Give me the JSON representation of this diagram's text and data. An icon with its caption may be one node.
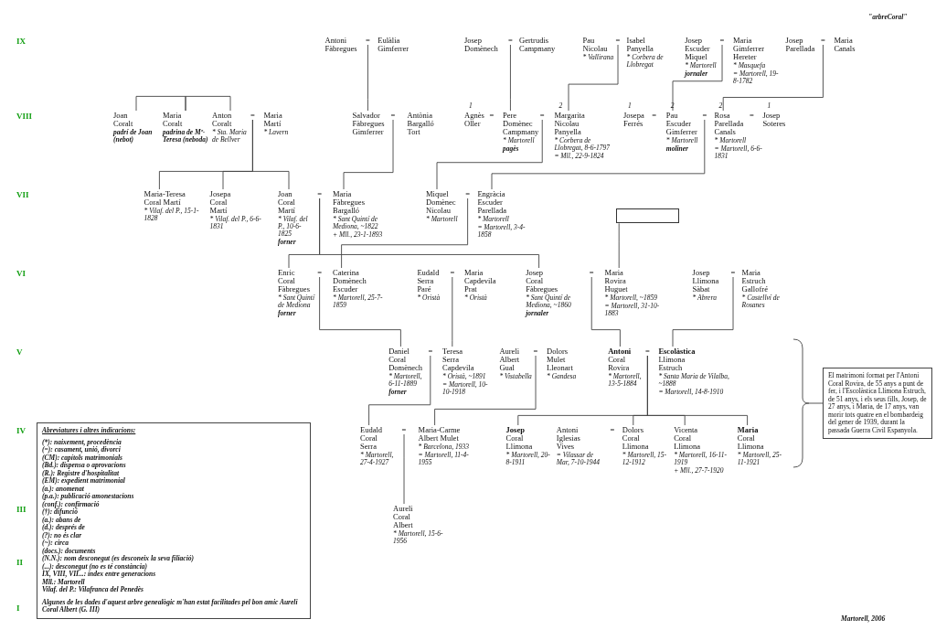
{
  "diagram": {
    "nodes": [
      {
        "text": [
          "Antoni Fàbregues"
        ]
      },
      {
        "text": [
          "="
        ]
      },
      {
        "text": [
          "Eulàlia Gimferrer"
        ]
      },
      {
        "text": [
          "Josep Domènech"
        ]
      },
      {
        "text": [
          "="
        ]
      },
      {
        "text": [
          "Gertrudis Campmany"
        ]
      },
      {
        "text": [
          "Pau Nicolau",
          "* Vallirana"
        ]
      },
      {
        "text": [
          "="
        ]
      },
      {
        "text": [
          "Isabel Panyella",
          "* Corbera de Llobregat"
        ]
      },
      {
        "text": [
          "Josep Escuder Miquel",
          "* Martorell",
          "**jornaler**"
        ]
      },
      {
        "text": [
          "="
        ]
      },
      {
        "text": [
          "Maria Gimferrer Hereter",
          "* Masquefa",
          "= Martorell, 19-8-1782"
        ]
      },
      {
        "text": [
          "Josep Parellada"
        ]
      },
      {
        "text": [
          "="
        ]
      },
      {
        "text": [
          "Maria Canals"
        ]
      },
      {
        "text": [
          "Joan Coralt",
          "**padrí de Joan (nebot)**"
        ]
      },
      {
        "text": [
          "Maria Coralt",
          "**padrina de Mª-Teresa (neboda)**"
        ]
      },
      {
        "text": [
          "Anton Coralt",
          "* Sta. Maria de Bellver"
        ]
      },
      {
        "text": [
          "="
        ]
      },
      {
        "text": [
          "Maria Martí",
          "* Lavern"
        ]
      },
      {
        "text": [
          "Salvador Fàbregues Gimferrer"
        ]
      },
      {
        "text": [
          "="
        ]
      },
      {
        "text": [
          "Antònia Bargalló Tort"
        ]
      },
      {
        "text": [
          "Agnès Oller"
        ],
        "beside": [
          "1"
        ]
      },
      {
        "text": [
          "="
        ]
      },
      {
        "text": [
          "Pere Domènec Campmany",
          "* Martorell",
          "**pagès**"
        ]
      },
      {
        "text": [
          "="
        ]
      },
      {
        "text": [
          "Margarita Nicolau Panyella",
          "* Corbera de Llobregat, 8-6-1797",
          "= Mll., 22-9-1824"
        ],
        "beside": [
          "2"
        ]
      },
      {
        "text": [
          "Josepa Ferrés"
        ],
        "beside": [
          "1"
        ]
      },
      {
        "text": [
          "="
        ]
      },
      {
        "text": [
          "Pau Escuder Gimferrer",
          "* Martorell",
          "**moliner**"
        ],
        "beside": [
          "2"
        ]
      },
      {
        "text": [
          "="
        ]
      },
      {
        "text": [
          "Rosa Parellada Canals",
          "* Martorell",
          "= Martorell, 6-6-1831"
        ],
        "beside": [
          "2"
        ]
      },
      {
        "text": [
          "="
        ]
      },
      {
        "text": [
          "Josep Soteres"
        ],
        "beside": [
          "1"
        ]
      },
      {
        "text": [
          "Maria-Teresa Coral Martí",
          "* Vilaf. del P., 15-1-1828"
        ]
      },
      {
        "text": [
          "Josepa Coral Martí",
          "* Vilaf. del P., 6-6-1831"
        ]
      },
      {
        "text": [
          "Joan Coral Martí",
          "* Vilaf. del P., 10-6-1825",
          "**forner**"
        ]
      },
      {
        "text": [
          "="
        ]
      },
      {
        "text": [
          "Maria Fàbregues Bargalló",
          "* Sant Quintí de Mediona, ~1822",
          "+ Mll., 23-1-1893"
        ]
      },
      {
        "text": [
          "Miquel Domènec Nicolau",
          "* Martorell"
        ]
      },
      {
        "text": [
          "="
        ]
      },
      {
        "text": [
          "Engràcia Escuder Parellada",
          "* Martorell",
          "= Martorell, 3-4-1858"
        ]
      },
      {
        "text": [],
        "shape": "box"
      },
      {
        "text": [
          "Enric Coral Fàbregues",
          "* Sant Quintí de Mediona",
          "**forner**"
        ]
      },
      {
        "text": [
          "="
        ]
      },
      {
        "text": [
          "Caterina Domènech Escuder",
          "* Martorell, 25-7-1859"
        ]
      },
      {
        "text": [
          "Eudald Serra Paré",
          "* Oristà"
        ]
      },
      {
        "text": [
          "="
        ]
      },
      {
        "text": [
          "Maria Capdevila Prat",
          "* Oristà"
        ]
      },
      {
        "text": [
          "Josep Coral Fàbregues",
          "* Sant Quintí de Mediona, ~1860",
          "**jornaler**"
        ]
      },
      {
        "text": [
          "="
        ]
      },
      {
        "text": [
          "Maria Rovira Huguet",
          "* Martorell, ~1859",
          "= Martorell, 31-10-1883"
        ]
      },
      {
        "text": [
          "Josep Llimona Sàbat",
          "* Abrera"
        ]
      },
      {
        "text": [
          "="
        ]
      },
      {
        "text": [
          "Maria Estruch Gallofré",
          "* Castellví de Rosanes"
        ]
      },
      {
        "text": [
          "Daniel Coral Domènech",
          "* Martorell, 6-11-1889",
          "**forner**"
        ]
      },
      {
        "text": [
          "="
        ]
      },
      {
        "text": [
          "Teresa Serra Capdevila",
          "* Oristà, ~1891",
          "= Martorell, 10-10-1918"
        ]
      },
      {
        "text": [
          "Aureli Albert Gual",
          "* Vistabella"
        ]
      },
      {
        "text": [
          "="
        ]
      },
      {
        "text": [
          "Dolors Mulet Lleonart",
          "* Gandesa"
        ]
      },
      {
        "text": [
          "**Antoni** Coral Rovira",
          "* Martorell, 13-5-1884"
        ]
      },
      {
        "text": [
          "="
        ]
      },
      {
        "text": [
          "**Escolàstica** Llimona Estruch",
          "* Santa Maria de Vilalba, ~1888",
          "= Martorell, 14-8-1910"
        ]
      },
      {
        "text": [
          "Eudald Coral Serra",
          "* Martorell, 27-4-1927"
        ]
      },
      {
        "text": [
          "="
        ]
      },
      {
        "text": [
          "Maria-Carme Albert Mulet",
          "* Barcelona, 1933",
          "= Martorell, 11-4-1955"
        ]
      },
      {
        "text": [
          "**Josep** Coral Llimona",
          "* Martorell, 20-8-1911"
        ]
      },
      {
        "text": [
          "Antoni Iglesias Vives",
          "= Vilassar de Mar, 7-10-1944"
        ]
      },
      {
        "text": [
          "="
        ]
      },
      {
        "text": [
          "Dolors Coral Llimona",
          "* Martorell, 15-12-1912"
        ]
      },
      {
        "text": [
          "Vicenta Coral Llimona",
          "* Martorell, 16-11-1919",
          "+ Mll., 27-7-1920"
        ]
      },
      {
        "text": [
          "**Maria** Coral Llimona",
          "* Martorell, 25-11-1921"
        ]
      },
      {
        "text": [
          "Aureli Coral Albert",
          "* Martorell, 15-6-1956"
        ]
      },
      {
        "text": [
          "El matrimoni format per l'Antoni Coral Rovira, de 55 anys a punt de fer, i l'Escolàstica Llimona Estruch, de 51 anys, i els seus fills, Josep, de 27 anys, i Maria, de 17 anys, van morir tots quatre en el bombardeig del gener de 1939, durant la passada Guerra Civil Espanyola."
        ]
      },
      {
        "text": [
          "Abreviatures i altres indicacions:",
          "(*): naixement, procedència",
          "(=): casament, unió, divorci",
          "(CM): capítols matrimonials",
          "(Bd.): dispensa o aprovacions",
          "(R.): Registre d'hospitalitat",
          "(EM): expedient matrimonial",
          "(a.): anomenat",
          "(p.a.): publicació amonestacions",
          "(conf.): confirmació",
          "(†): difunció",
          "(a.): abans de",
          "(d.): després de",
          "(?): no és clar",
          "(~): circa",
          "(docs.): documents",
          "(N.N.): nom desconegut (es desconeix la seva filiació)",
          "(...): desconegut (no es té constància)",
          "IX, VIII, VII...: índex entre generacions",
          "Mll.: Martorell",
          "Vilaf. del P.: Vilafranca del Penedès",
          "Algunes de les dades d'aquest arbre genealògic m'han estat facilitades pel bon amic Aureli Coral Albert (G. III)"
        ]
      }
    ],
    "edges": [
      {
        "from": 1,
        "to": 20,
        "arrow": "none"
      },
      {
        "from": 4,
        "to": 25,
        "arrow": "none"
      },
      {
        "from": 7,
        "to": 27,
        "arrow": "none"
      },
      {
        "from": 10,
        "to": 30,
        "arrow": "none"
      },
      {
        "from": 13,
        "to": 32,
        "arrow": "none"
      },
      {
        "from": 15,
        "to": 16,
        "arrow": "none"
      },
      {
        "from": 16,
        "to": 17,
        "arrow": "none"
      },
      {
        "from": 18,
        "to": 35,
        "arrow": "none"
      },
      {
        "from": 18,
        "to": 36,
        "arrow": "none"
      },
      {
        "from": 18,
        "to": 37,
        "arrow": "none"
      },
      {
        "from": 21,
        "to": 39,
        "arrow": "none"
      },
      {
        "from": 26,
        "to": 40,
        "arrow": "none"
      },
      {
        "from": 31,
        "to": 42,
        "arrow": "none"
      },
      {
        "from": 38,
        "to": 44,
        "arrow": "none"
      },
      {
        "from": 38,
        "to": 50,
        "arrow": "none"
      },
      {
        "from": 41,
        "to": 46,
        "arrow": "none"
      },
      {
        "from": 43,
        "to": 52,
        "arrow": "none"
      },
      {
        "from": 45,
        "to": 56,
        "arrow": "none"
      },
      {
        "from": 48,
        "to": 58,
        "arrow": "none"
      },
      {
        "from": 51,
        "to": 62,
        "arrow": "none"
      },
      {
        "from": 54,
        "to": 64,
        "arrow": "none"
      },
      {
        "from": 57,
        "to": 65,
        "arrow": "none"
      },
      {
        "from": 60,
        "to": 67,
        "arrow": "none"
      },
      {
        "from": 63,
        "to": 68,
        "arrow": "none"
      },
      {
        "from": 63,
        "to": 71,
        "arrow": "none"
      },
      {
        "from": 63,
        "to": 72,
        "arrow": "none"
      },
      {
        "from": 63,
        "to": 73,
        "arrow": "none"
      },
      {
        "from": 66,
        "to": 74,
        "arrow": "none"
      }
    ],
    "labels": [
      "\"arbreCoral\"",
      "IX",
      "VIII",
      "VII",
      "VI",
      "V",
      "IV",
      "III",
      "II",
      "I",
      "Martorell, 2006"
    ]
  }
}
